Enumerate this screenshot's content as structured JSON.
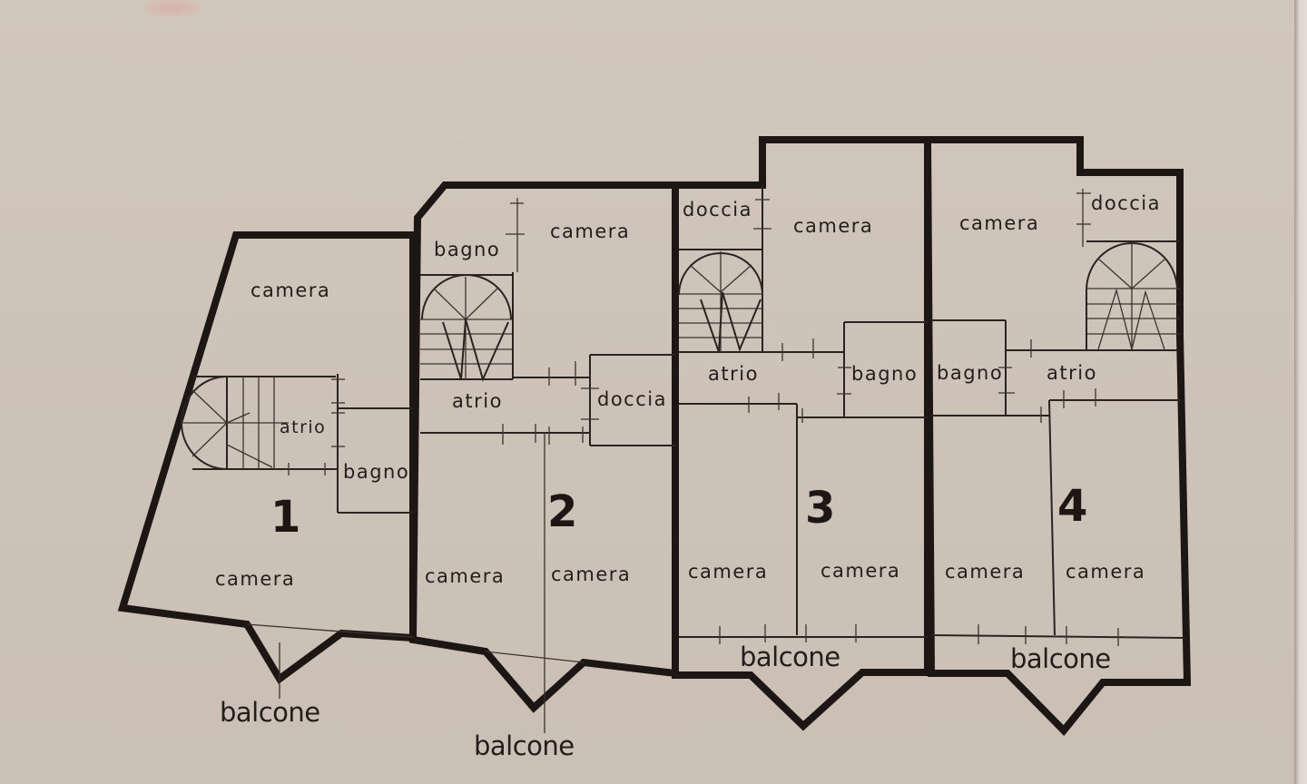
{
  "plan": {
    "background": "#cdc2b8",
    "ink": "#1c1714",
    "units": [
      {
        "number": "1",
        "rooms": {
          "camera_top": "camera",
          "atrio": "atrio",
          "bagno": "bagno",
          "camera_bottom": "camera",
          "balcone": "balcone"
        }
      },
      {
        "number": "2",
        "rooms": {
          "bagno": "bagno",
          "camera_top": "camera",
          "atrio": "atrio",
          "doccia": "doccia",
          "camera_bottom_left": "camera",
          "camera_bottom_right": "camera",
          "balcone": "balcone"
        }
      },
      {
        "number": "3",
        "rooms": {
          "doccia": "doccia",
          "camera_top": "camera",
          "atrio": "atrio",
          "bagno": "bagno",
          "camera_bottom_left": "camera",
          "camera_bottom_right": "camera",
          "balcone": "balcone"
        }
      },
      {
        "number": "4",
        "rooms": {
          "camera_top": "camera",
          "doccia": "doccia",
          "bagno": "bagno",
          "atrio": "atrio",
          "camera_bottom_left": "camera",
          "camera_bottom_right": "camera",
          "balcone": "balcone"
        }
      }
    ]
  }
}
